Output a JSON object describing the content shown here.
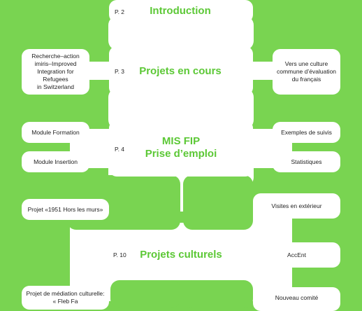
{
  "sections": [
    {
      "page": "P. 2",
      "title": "Introduction"
    },
    {
      "page": "P. 3",
      "title": "Projets en cours",
      "left": [
        "Recherche–action\nimiris–Improved\nIntegration for\nRefugees\nin Switzerland"
      ],
      "right": [
        "Vers une culture\ncommune d’évaluation\ndu français"
      ]
    },
    {
      "page": "P. 4",
      "title_line1": "MIS FIP",
      "title_line2": "Prise d’emploi",
      "left": [
        "Module Formation",
        "Module Insertion"
      ],
      "right": [
        "Exemples de suivis",
        "Statistiques"
      ]
    },
    {
      "page": "P. 10",
      "title": "Projets culturels",
      "left": [
        "Projet «1951 Hors les murs»",
        "Projet de médiation culturelle:\n« Fleb Fa"
      ],
      "right": [
        "Visites en extérieur",
        "AccEnt",
        "Nouveau comité"
      ]
    }
  ],
  "colors": {
    "background": "#79d451",
    "card": "#ffffff",
    "title": "#5cc836",
    "text": "#222222"
  }
}
